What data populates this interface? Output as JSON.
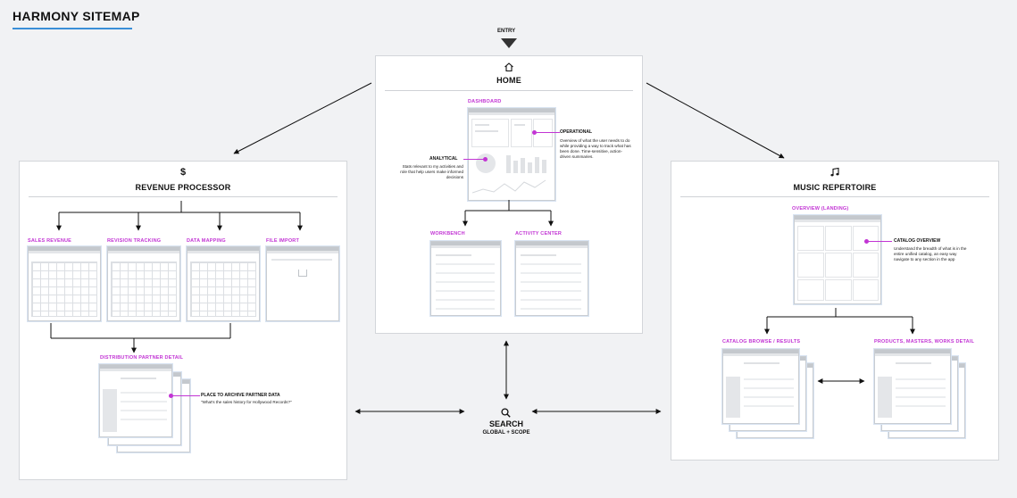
{
  "title": "HARMONY SITEMAP",
  "entry": {
    "label": "ENTRY"
  },
  "home": {
    "title": "HOME",
    "icon": "home-icon",
    "dashboard_label": "DASHBOARD",
    "operational": {
      "heading": "OPERATIONAL",
      "text": "Overview of what the user needs to do while providing a way to track what has been done. Time-sensitive, action-driven summaries."
    },
    "analytical": {
      "heading": "ANALYTICAL",
      "text": "Stats relevant to my activities and role that help users make informed decisions"
    },
    "workbench_label": "WORKBENCH",
    "activity_center_label": "ACTIVITY CENTER"
  },
  "revenue": {
    "title": "REVENUE PROCESSOR",
    "icon": "dollar-icon",
    "pages": [
      "SALES REVENUE",
      "REVISION TRACKING",
      "DATA MAPPING",
      "FILE IMPORT"
    ],
    "detail_label": "DISTRIBUTION PARTNER DETAIL",
    "archive": {
      "heading": "PLACE TO ARCHIVE PARTNER DATA",
      "text": "\"What's the sales history for Hollywood Records?\""
    }
  },
  "music": {
    "title": "MUSIC REPERTOIRE",
    "icon": "music-note-icon",
    "overview_label": "OVERVIEW (LANDING)",
    "catalog": {
      "heading": "CATALOG OVERVIEW",
      "text": "Understand the breadth of what is in the entire unified catalog, an easy way navigate to any section in the app"
    },
    "browse_label": "CATALOG BROWSE / RESULTS",
    "detail_label": "PRODUCTS, MASTERS, WORKS DETAIL"
  },
  "search": {
    "title": "SEARCH",
    "subtitle": "GLOBAL + SCOPE",
    "icon": "search-icon"
  },
  "colors": {
    "accent": "#c234d4",
    "rule": "#3a8fd8"
  }
}
